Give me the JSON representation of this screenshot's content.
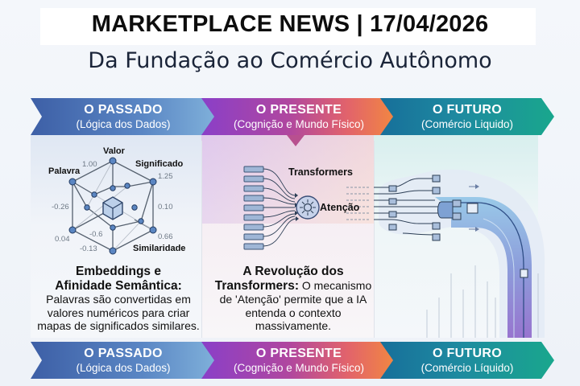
{
  "header": {
    "title": "MARKETPLACE NEWS | 17/04/2026",
    "subtitle": "Da Fundação ao Comércio Autônomo"
  },
  "timeline_top": [
    {
      "title": "O PASSADO",
      "subtitle": "(Lógica dos Dados)",
      "color_start": "#3d5fa6",
      "color_end": "#7fb0da"
    },
    {
      "title": "O PRESENTE",
      "subtitle": "(Cognição e Mundo Físico)",
      "color_start": "#8a3fc8",
      "color_end": "#f28840"
    },
    {
      "title": "O FUTURO",
      "subtitle": "(Comércio Liquido)",
      "color_start": "#176f9a",
      "color_end": "#19a78d"
    }
  ],
  "timeline_bottom": [
    {
      "title": "O PASSADO",
      "subtitle": "(Lógica dos Dados)"
    },
    {
      "title": "O PRESENTE",
      "subtitle": "(Cognição e Mundo Físico)"
    },
    {
      "title": "O FUTURO",
      "subtitle": "(Comércio Líquido)"
    }
  ],
  "past": {
    "diagram": {
      "labels": {
        "top": "Valor",
        "top_left": "Palavra",
        "top_right": "Significado",
        "bottom_right": "Similaridade"
      },
      "values": [
        "1.00",
        "1.25",
        "-0.26",
        "0.10",
        "0.04",
        "-0.6",
        "0.66",
        "-0.13"
      ]
    },
    "heading_line1": "Embeddings e",
    "heading_line2": "Afinidade Semântica:",
    "body": "Palavras são convertidas em valores numéricos para criar mapas de significados similares."
  },
  "present": {
    "diagram": {
      "label_transformers": "Transformers",
      "label_attention": "Atenção",
      "input_count": 9
    },
    "heading": "A Revolução dos Transformers:",
    "body": "O mecanismo de 'Atenção' permite que a IA entenda o contexto massivamente."
  },
  "future": {
    "diagram": "liquid-commerce-flow-illustration"
  }
}
